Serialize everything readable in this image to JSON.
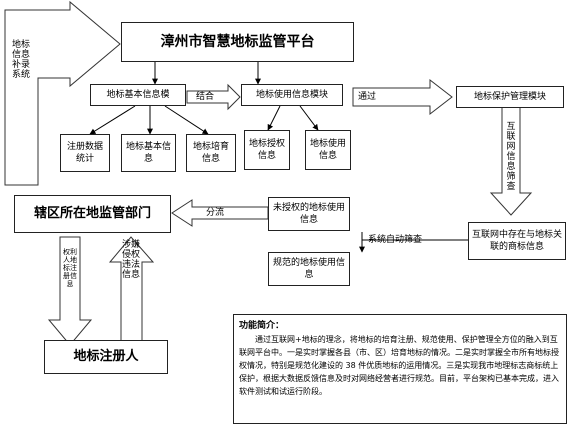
{
  "title": "漳州市智慧地标监管平台",
  "left_arrow_label": "地标信息补录系统",
  "modules": {
    "basic_info": "地标基本信息模",
    "usage_info": "地标使用信息模块",
    "protection": "地标保护管理模块"
  },
  "sub_basic": [
    "注册数据统计",
    "地标基本信息",
    "地标培育信息"
  ],
  "sub_usage": [
    "地标授权信息",
    "地标使用信息"
  ],
  "labels": {
    "combine": "结合",
    "through": "通过",
    "internet_screening": "互联网信息筛查",
    "diversion": "分流",
    "auto_screening": "系统自动筛查",
    "owner_info": "权利人地标注册信息",
    "infringe_info": "涉嫌侵权违法信息"
  },
  "boxes": {
    "trademark": "互联网中存在与地标关联的商标信息",
    "unauthorized": "未授权的地标使用信息",
    "regulated": "规范的地标使用信息",
    "dept": "辖区所在地监管部门",
    "registrant": "地标注册人"
  },
  "panel": {
    "title": "功能简介：",
    "body": "通过互联网+地标的理念，将地标的培育注册、规范使用、保护管理全方位的融入到互联网平台中。一是实时掌握各县（市、区）培育地标的情况。二是实时掌握全市所有地标授权情况，特别是规范化建设的 38 件优质地标的运用情况。三是实现我市地理标志商标统上保护，根据大数据反馈信息及时对网络经营者进行规范。目前，平台架构已基本完成，进入软件测试和试运行阶段。"
  }
}
